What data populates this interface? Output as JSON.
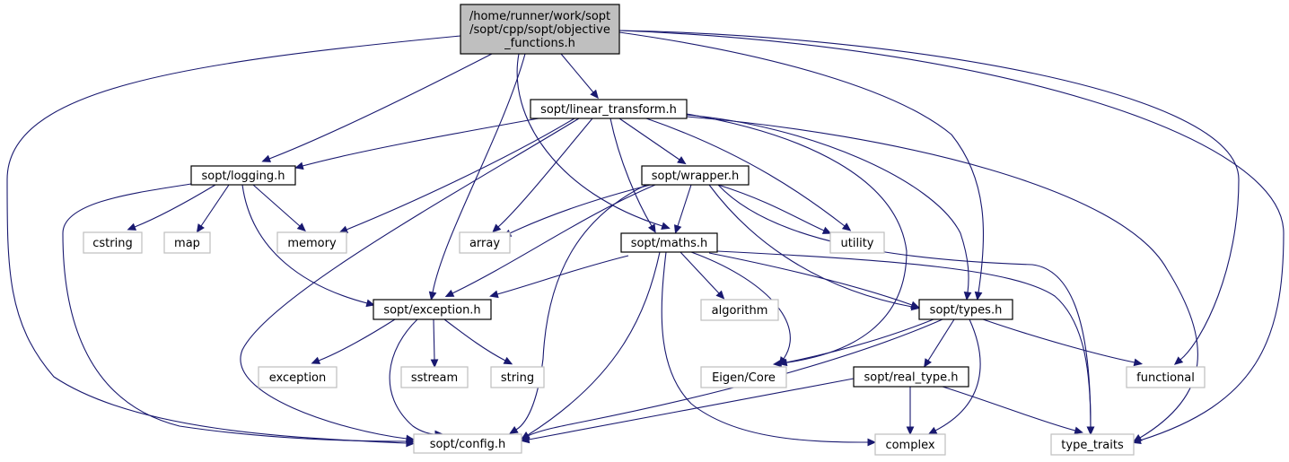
{
  "diagram": {
    "colors": {
      "edge": "#191970",
      "root_fill": "#bfbfbf",
      "documented_border": "#000000",
      "external_border": "#bfbfbf"
    },
    "nodes": [
      {
        "id": "root",
        "kind": "root",
        "lines": [
          "/home/runner/work/sopt",
          "/sopt/cpp/sopt/objective",
          "_functions.h"
        ]
      },
      {
        "id": "linear_transform",
        "kind": "documented",
        "lines": [
          "sopt/linear_transform.h"
        ]
      },
      {
        "id": "logging",
        "kind": "documented",
        "lines": [
          "sopt/logging.h"
        ]
      },
      {
        "id": "wrapper",
        "kind": "documented",
        "lines": [
          "sopt/wrapper.h"
        ]
      },
      {
        "id": "maths",
        "kind": "documented",
        "lines": [
          "sopt/maths.h"
        ]
      },
      {
        "id": "exception",
        "kind": "documented",
        "lines": [
          "sopt/exception.h"
        ]
      },
      {
        "id": "types",
        "kind": "documented",
        "lines": [
          "sopt/types.h"
        ]
      },
      {
        "id": "real_type",
        "kind": "documented",
        "lines": [
          "sopt/real_type.h"
        ]
      },
      {
        "id": "config",
        "kind": "external",
        "lines": [
          "sopt/config.h"
        ]
      },
      {
        "id": "cstring",
        "kind": "external",
        "lines": [
          "cstring"
        ]
      },
      {
        "id": "map",
        "kind": "external",
        "lines": [
          "map"
        ]
      },
      {
        "id": "memory",
        "kind": "external",
        "lines": [
          "memory"
        ]
      },
      {
        "id": "array",
        "kind": "external",
        "lines": [
          "array"
        ]
      },
      {
        "id": "utility",
        "kind": "external",
        "lines": [
          "utility"
        ]
      },
      {
        "id": "algorithm",
        "kind": "external",
        "lines": [
          "algorithm"
        ]
      },
      {
        "id": "exception_std",
        "kind": "external",
        "lines": [
          "exception"
        ]
      },
      {
        "id": "sstream",
        "kind": "external",
        "lines": [
          "sstream"
        ]
      },
      {
        "id": "string",
        "kind": "external",
        "lines": [
          "string"
        ]
      },
      {
        "id": "eigen_core",
        "kind": "external",
        "lines": [
          "Eigen/Core"
        ]
      },
      {
        "id": "functional",
        "kind": "external",
        "lines": [
          "functional"
        ]
      },
      {
        "id": "complex",
        "kind": "external",
        "lines": [
          "complex"
        ]
      },
      {
        "id": "type_traits",
        "kind": "external",
        "lines": [
          "type_traits"
        ]
      }
    ],
    "edges": [
      {
        "from": "root",
        "to": "linear_transform"
      },
      {
        "from": "root",
        "to": "logging"
      },
      {
        "from": "root",
        "to": "config"
      },
      {
        "from": "root",
        "to": "exception"
      },
      {
        "from": "root",
        "to": "maths"
      },
      {
        "from": "root",
        "to": "types"
      },
      {
        "from": "root",
        "to": "functional"
      },
      {
        "from": "root",
        "to": "type_traits"
      },
      {
        "from": "linear_transform",
        "to": "logging"
      },
      {
        "from": "linear_transform",
        "to": "memory"
      },
      {
        "from": "linear_transform",
        "to": "array"
      },
      {
        "from": "linear_transform",
        "to": "config"
      },
      {
        "from": "linear_transform",
        "to": "maths"
      },
      {
        "from": "linear_transform",
        "to": "wrapper"
      },
      {
        "from": "linear_transform",
        "to": "utility"
      },
      {
        "from": "linear_transform",
        "to": "eigen_core"
      },
      {
        "from": "linear_transform",
        "to": "types"
      },
      {
        "from": "linear_transform",
        "to": "type_traits"
      },
      {
        "from": "logging",
        "to": "cstring"
      },
      {
        "from": "logging",
        "to": "map"
      },
      {
        "from": "logging",
        "to": "memory"
      },
      {
        "from": "logging",
        "to": "exception"
      },
      {
        "from": "logging",
        "to": "config"
      },
      {
        "from": "wrapper",
        "to": "array"
      },
      {
        "from": "wrapper",
        "to": "exception"
      },
      {
        "from": "wrapper",
        "to": "config"
      },
      {
        "from": "wrapper",
        "to": "maths"
      },
      {
        "from": "wrapper",
        "to": "utility"
      },
      {
        "from": "wrapper",
        "to": "types"
      },
      {
        "from": "wrapper",
        "to": "type_traits"
      },
      {
        "from": "maths",
        "to": "exception"
      },
      {
        "from": "maths",
        "to": "config"
      },
      {
        "from": "maths",
        "to": "algorithm"
      },
      {
        "from": "maths",
        "to": "eigen_core"
      },
      {
        "from": "maths",
        "to": "complex"
      },
      {
        "from": "maths",
        "to": "types"
      },
      {
        "from": "maths",
        "to": "type_traits"
      },
      {
        "from": "exception",
        "to": "exception_std"
      },
      {
        "from": "exception",
        "to": "sstream"
      },
      {
        "from": "exception",
        "to": "string"
      },
      {
        "from": "exception",
        "to": "config"
      },
      {
        "from": "types",
        "to": "eigen_core"
      },
      {
        "from": "types",
        "to": "real_type"
      },
      {
        "from": "types",
        "to": "functional"
      },
      {
        "from": "types",
        "to": "complex"
      },
      {
        "from": "types",
        "to": "config"
      },
      {
        "from": "real_type",
        "to": "config"
      },
      {
        "from": "real_type",
        "to": "complex"
      },
      {
        "from": "real_type",
        "to": "type_traits"
      }
    ]
  }
}
